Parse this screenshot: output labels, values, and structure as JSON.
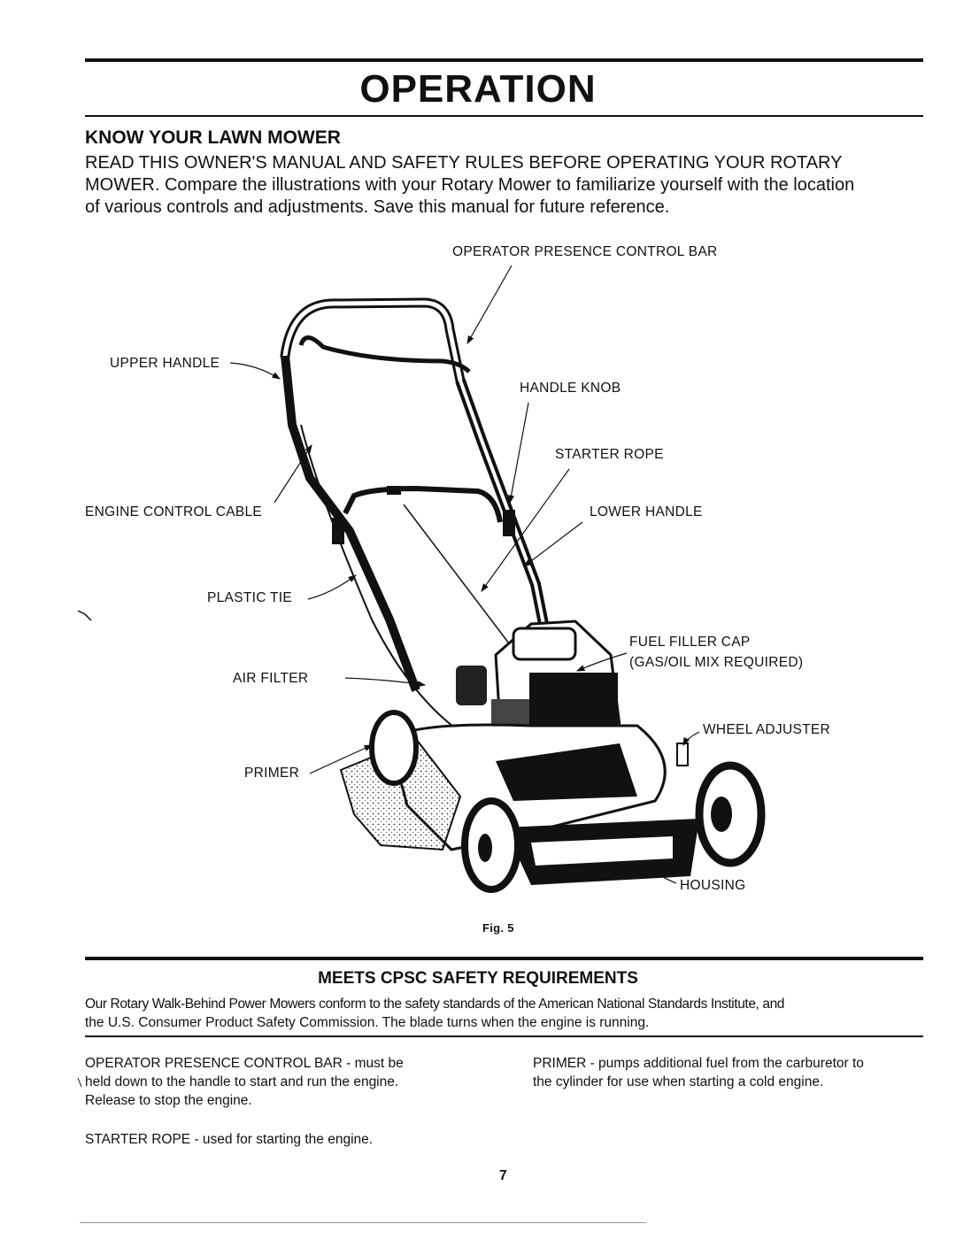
{
  "page_title": "OPERATION",
  "section1": {
    "heading": "KNOW YOUR LAWN MOWER",
    "para_line1": "READ THIS OWNER'S MANUAL AND SAFETY RULES BEFORE OPERATING YOUR ROTARY",
    "para_line2": "MOWER. Compare the illustrations with your Rotary Mower to familiarize yourself with the location",
    "para_line3": "of various controls and adjustments. Save this manual for future reference."
  },
  "figure": {
    "labels": {
      "operator_presence_control_bar": "OPERATOR PRESENCE CONTROL BAR",
      "upper_handle": "UPPER HANDLE",
      "handle_knob": "HANDLE KNOB",
      "starter_rope": "STARTER ROPE",
      "engine_control_cable": "ENGINE CONTROL CABLE",
      "lower_handle": "LOWER HANDLE",
      "plastic_tie": "PLASTIC TIE",
      "fuel_filler_cap": "FUEL FILLER CAP",
      "gas_oil": "(GAS/OIL MIX REQUIRED)",
      "air_filter": "AIR FILTER",
      "wheel_adjuster": "WHEEL ADJUSTER",
      "primer": "PRIMER",
      "housing": "HOUSING"
    },
    "caption": "Fig. 5"
  },
  "section2": {
    "heading": "MEETS CPSC SAFETY REQUIREMENTS",
    "line1": "Our Rotary Walk-Behind Power Mowers conform to the safety standards of the American National Standards Institute, and",
    "line2": "the U.S. Consumer Product Safety Commission. The blade turns when the engine is running."
  },
  "definitions": {
    "opc_line1": "OPERATOR PRESENCE CONTROL BAR - must be",
    "opc_line2": "held down to the handle to start and run the engine.",
    "opc_line3": "Release to stop the engine.",
    "primer_line1": "PRIMER - pumps additional fuel from the carburetor to",
    "primer_line2": "the cylinder for use when starting a cold engine.",
    "starter_rope": "STARTER ROPE - used for starting the engine."
  },
  "page_number": "7"
}
